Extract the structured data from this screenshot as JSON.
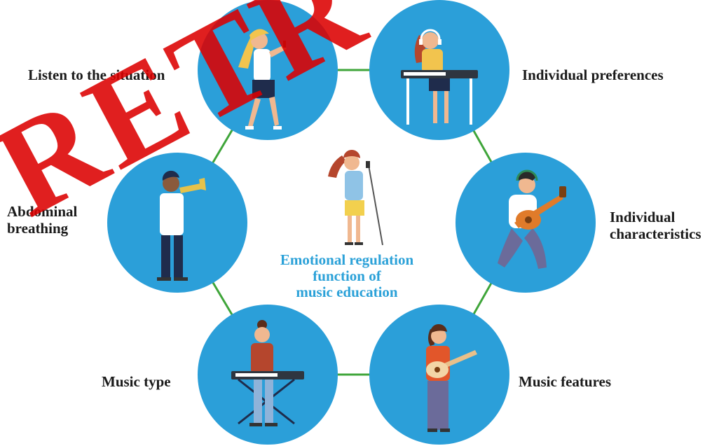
{
  "diagram": {
    "center_title": [
      "Emotional regulation",
      "function of",
      "music education"
    ],
    "nodes": [
      {
        "id": "listen",
        "label": [
          "Listen to the situation"
        ],
        "figure": "singer-with-microphone-icon"
      },
      {
        "id": "preferences",
        "label": [
          "Individual preferences"
        ],
        "figure": "keyboard-player-with-headphones-icon"
      },
      {
        "id": "characteristics",
        "label": [
          "Individual",
          "characteristics"
        ],
        "figure": "guitarist-jumping-icon"
      },
      {
        "id": "features",
        "label": [
          "Music features"
        ],
        "figure": "ukulele-player-icon"
      },
      {
        "id": "type",
        "label": [
          "Music type"
        ],
        "figure": "keyboard-player-standing-icon"
      },
      {
        "id": "breathing",
        "label": [
          "Abdominal",
          "breathing"
        ],
        "figure": "trumpet-player-icon"
      }
    ],
    "center_figure": "singer-with-mic-stand-icon"
  },
  "watermark": {
    "text": "RETR"
  },
  "colors": {
    "circle": "#2b9fd9",
    "ring_line": "#3fa53a",
    "center_title": "#2ba1d8",
    "label_text": "#1a1a1a",
    "watermark": "#dd0000"
  }
}
